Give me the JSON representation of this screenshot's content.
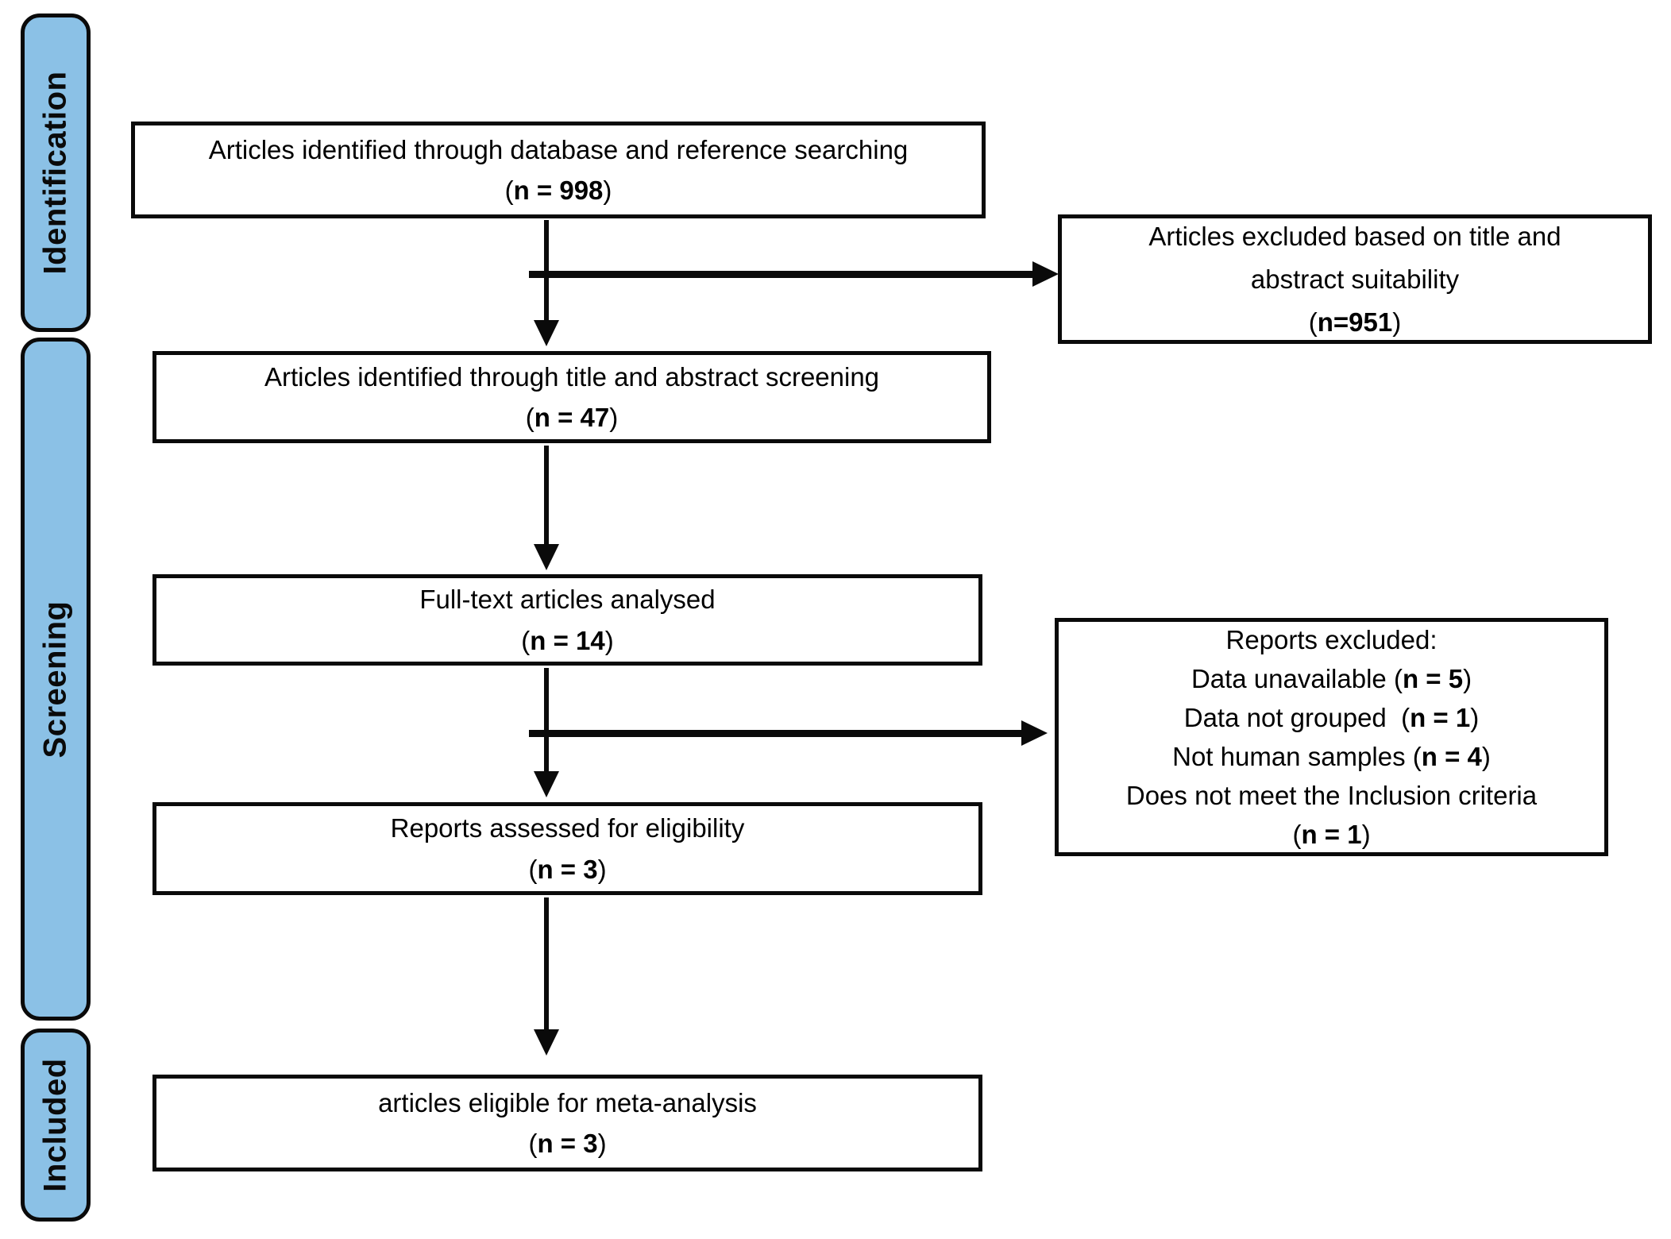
{
  "figure": {
    "kind": "prisma-flow-diagram",
    "colors": {
      "stage_fill": "#8BC1E6",
      "stroke": "#0a0a0a",
      "box_fill": "#ffffff"
    },
    "stages": [
      {
        "label": "Identification"
      },
      {
        "label": "Screening"
      },
      {
        "label": "Included"
      }
    ],
    "flow": [
      {
        "title": "Articles identified through database and reference searching",
        "open": "(",
        "n": "n = 998",
        "close": ")"
      },
      {
        "title": "Articles identified through title and abstract screening",
        "open": "(",
        "n": "n = 47",
        "close": ")"
      },
      {
        "title": "Full-text articles analysed",
        "open": "(",
        "n": "n = 14",
        "close": ")"
      },
      {
        "title": "Reports assessed for eligibility",
        "open": "(",
        "n": "n = 3",
        "close": ")"
      },
      {
        "title": "articles eligible for meta-analysis",
        "open": "(",
        "n": "n = 3",
        "close": ")"
      }
    ],
    "exclusions": [
      {
        "lines": [
          {
            "text": "Articles excluded based on title and"
          },
          {
            "text": "abstract suitability"
          },
          {
            "text": "(",
            "bold": "n=951",
            "close": ")"
          }
        ]
      },
      {
        "lines": [
          {
            "text": "Reports excluded:"
          },
          {
            "text": "Data unavailable (",
            "bold": "n = 5",
            "close": ")"
          },
          {
            "text": "Data not grouped  (",
            "bold": "n = 1",
            "close": ")"
          },
          {
            "text": "Not human samples (",
            "bold": "n = 4",
            "close": ")"
          },
          {
            "text": "Does not meet the Inclusion criteria"
          },
          {
            "text": "(",
            "bold": "n = 1",
            "close": ")"
          }
        ]
      }
    ]
  }
}
